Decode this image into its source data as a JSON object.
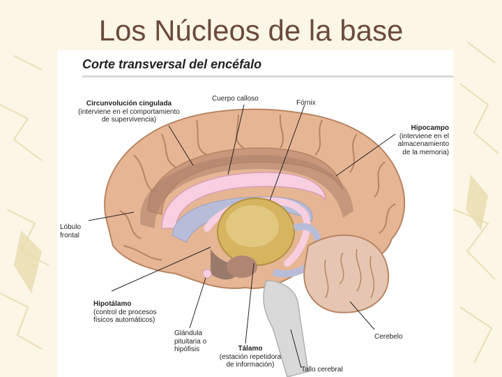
{
  "slide": {
    "title": "Los Núcleos de la base"
  },
  "figure": {
    "heading": "Corte transversal del encéfalo",
    "labels": {
      "cingulate": {
        "name": "Circunvolución cingulada",
        "desc1": "(interviene en el comportamiento",
        "desc2": "de supervivencia)"
      },
      "corpus_callosum": {
        "name": "Cuerpo calloso"
      },
      "fornix": {
        "name": "Fórnix"
      },
      "hippocampus": {
        "name": "Hipocampo",
        "desc1": "(interviene en el",
        "desc2": "almacenamiento",
        "desc3": "de la memoria)"
      },
      "frontal_lobe": {
        "name1": "Lóbulo",
        "name2": "frontal"
      },
      "hypothalamus": {
        "name": "Hipotálamo",
        "desc1": "(control de procesos",
        "desc2": "físicos automáticos)"
      },
      "pituitary": {
        "name1": "Glándula",
        "name2": "pituitaria o",
        "name3": "hipófisis"
      },
      "thalamus": {
        "name": "Tálamo",
        "desc1": "(estación repetidora",
        "desc2": "de información)"
      },
      "cerebellum": {
        "name": "Cerebelo"
      },
      "brainstem": {
        "name": "Tallo cerebral"
      }
    }
  },
  "colors": {
    "background": "#fbf6e6",
    "title": "#6b4a3c",
    "cortex": "#e6b594",
    "cortex_outline": "#b78562",
    "inner_gyrus": "#c9977c",
    "dark_band": "#a9806a",
    "corpus_callosum": "#f7cfe0",
    "ventricle": "#b7bdd8",
    "thalamus": "#d7b560",
    "cerebellum": "#e6c6b2",
    "brainstem": "#d9d9d9"
  }
}
